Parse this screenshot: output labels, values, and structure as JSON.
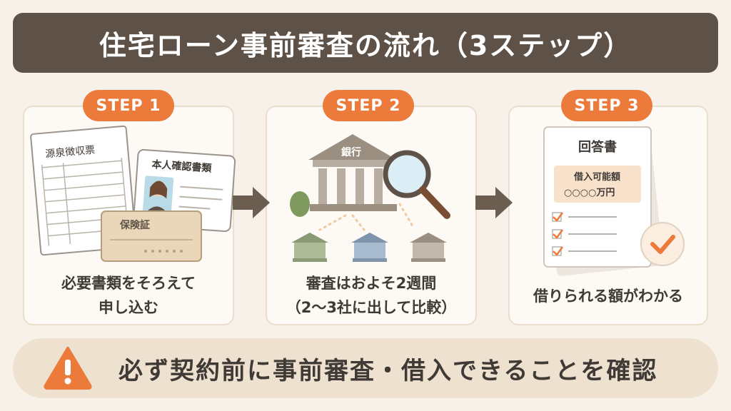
{
  "title": "住宅ローン事前審査の流れ（3ステップ）",
  "colors": {
    "accent": "#ec7a3a",
    "title_bg": "#5e5248",
    "background": "#f8f1e9",
    "warn_bg": "#eee1cf"
  },
  "steps": [
    {
      "badge": "STEP 1",
      "line1": "必要書類をそろえて",
      "line2": "申し込む",
      "docs": {
        "tax": "源泉徴収票",
        "id_card": "本人確認書類",
        "insurance": "保険証"
      },
      "icons": [
        "document-icon",
        "id-card-icon",
        "insurance-card-icon"
      ]
    },
    {
      "badge": "STEP 2",
      "line1": "審査はおよそ2週間",
      "line2": "（2〜3社に出して比較）",
      "bank_label": "銀行",
      "icons": [
        "bank-icon",
        "magnifier-icon",
        "small-bank-icon"
      ]
    },
    {
      "badge": "STEP 3",
      "line1": "借りられる額がわかる",
      "answer": {
        "title": "回答書",
        "label": "借入可能額",
        "amount": "○○○○万円"
      },
      "icons": [
        "answer-sheet-icon",
        "checkmark-icon"
      ]
    }
  ],
  "warning": {
    "icon": "warning-icon",
    "text": "必ず契約前に事前審査・借入できることを確認"
  }
}
